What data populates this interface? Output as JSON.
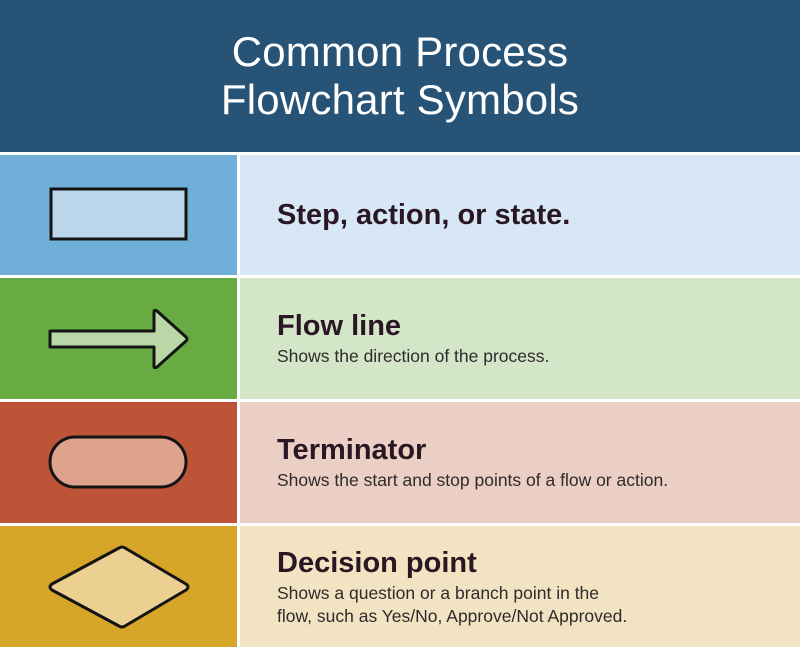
{
  "header": {
    "title_line1": "Common Process",
    "title_line2": "Flowchart Symbols",
    "background": "#275377"
  },
  "rows": [
    {
      "symbol": "rectangle-icon",
      "heading": "Step, action, or state.",
      "description": "",
      "icon_bg": "#6fafd8",
      "text_bg": "#d7e7f5",
      "shape_fill": "#bcd6ec"
    },
    {
      "symbol": "arrow-right-icon",
      "heading": "Flow line",
      "description": "Shows the direction of the process.",
      "icon_bg": "#68ab43",
      "text_bg": "#d3e6c8",
      "shape_fill": "#b9d7a7"
    },
    {
      "symbol": "rounded-rectangle-icon",
      "heading": "Terminator",
      "description": "Shows the start and stop points of a flow or action.",
      "icon_bg": "#be5437",
      "text_bg": "#ebcfc4",
      "shape_fill": "#dda38d"
    },
    {
      "symbol": "diamond-icon",
      "heading": "Decision point",
      "description_line1": "Shows a question or a branch point in the",
      "description_line2": "flow, such as Yes/No, Approve/Not Approved.",
      "icon_bg": "#d6a628",
      "text_bg": "#f2e4c3",
      "shape_fill": "#ecd092"
    }
  ]
}
